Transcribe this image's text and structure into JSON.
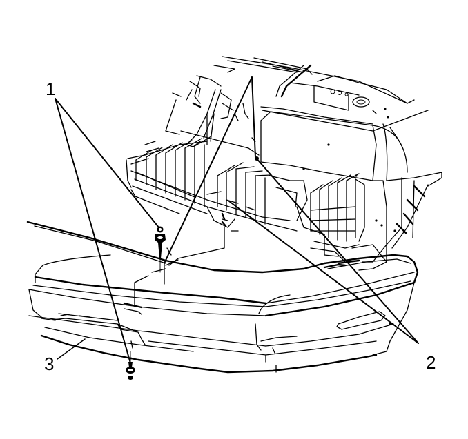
{
  "diagram": {
    "subject": "Front bumper fascia and radiator support assembly",
    "colors": {
      "line": "#000000",
      "background": "#ffffff"
    },
    "callouts": [
      {
        "id": "1",
        "label": "1",
        "targets": [
          "upper-push-pin-fastener",
          "lower-push-pin-fastener"
        ]
      },
      {
        "id": "2",
        "label": "2",
        "targets": [
          "upper-radiator-support-attachment",
          "lower-bumper-beam-attachment"
        ]
      },
      {
        "id": "3",
        "label": "3",
        "targets": [
          "front-bumper-fascia"
        ]
      }
    ]
  }
}
